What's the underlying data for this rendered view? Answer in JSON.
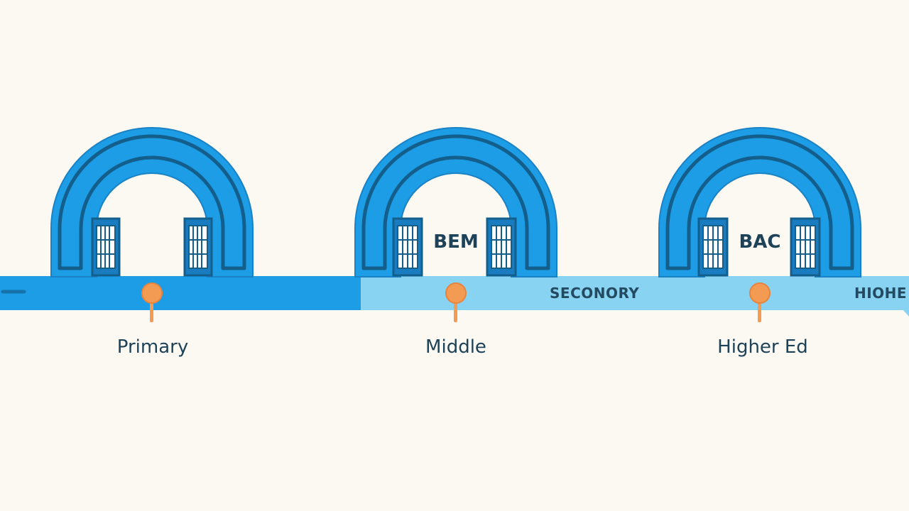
{
  "timeline": {
    "colors": {
      "background": "#fcf8f2",
      "arch_fill": "#1c9de6",
      "arch_outline": "#145e8c",
      "bar_dark": "#1c9de6",
      "bar_light": "#88d2f2",
      "pin": "#f39a53",
      "text": "#1e4258"
    },
    "gates": [
      {
        "id": "primary",
        "gate_label": "",
        "stage_label": "Primary"
      },
      {
        "id": "middle",
        "gate_label": "BEM",
        "stage_label": "Middle"
      },
      {
        "id": "higher",
        "gate_label": "BAC",
        "stage_label": "Higher Ed"
      }
    ],
    "band_labels": {
      "secondary": "SECONORY",
      "higher": "HIOHE"
    }
  }
}
